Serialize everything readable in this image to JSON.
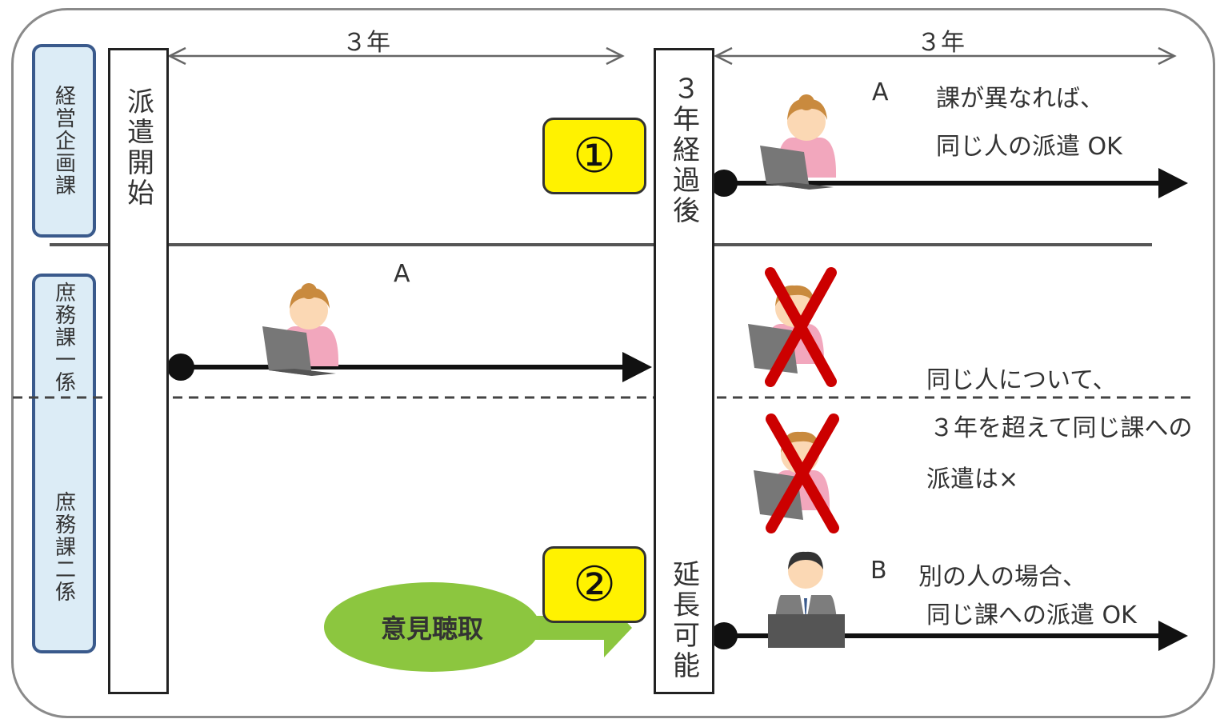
{
  "departments": {
    "keiei": "経営企画課",
    "shomu1": "庶務課一係",
    "shomu2": "庶務課二係"
  },
  "bars": {
    "start": "派遣開始",
    "after3": "３年経過後",
    "extend": "延長可能"
  },
  "spans": {
    "left": "３年",
    "right": "３年"
  },
  "badges": {
    "one": "①",
    "two": "②"
  },
  "notes": {
    "a_top": "A",
    "a_left": "A",
    "a_line1": "課が異なれば、",
    "a_line2": "同じ人の派遣 OK",
    "same_line1": "同じ人について、",
    "same_line2": "３年を超えて同じ課への",
    "same_line3": "派遣は×",
    "b_letter": "B",
    "b_line1": "別の人の場合、",
    "b_line2": "同じ課への派遣 OK"
  },
  "opinion": "意見聴取",
  "colors": {
    "dept_fill": "#dcecf6",
    "dept_border": "#3a5a8c",
    "badge": "#fff200",
    "opinion": "#8cc63f",
    "cross": "#cc0000"
  }
}
